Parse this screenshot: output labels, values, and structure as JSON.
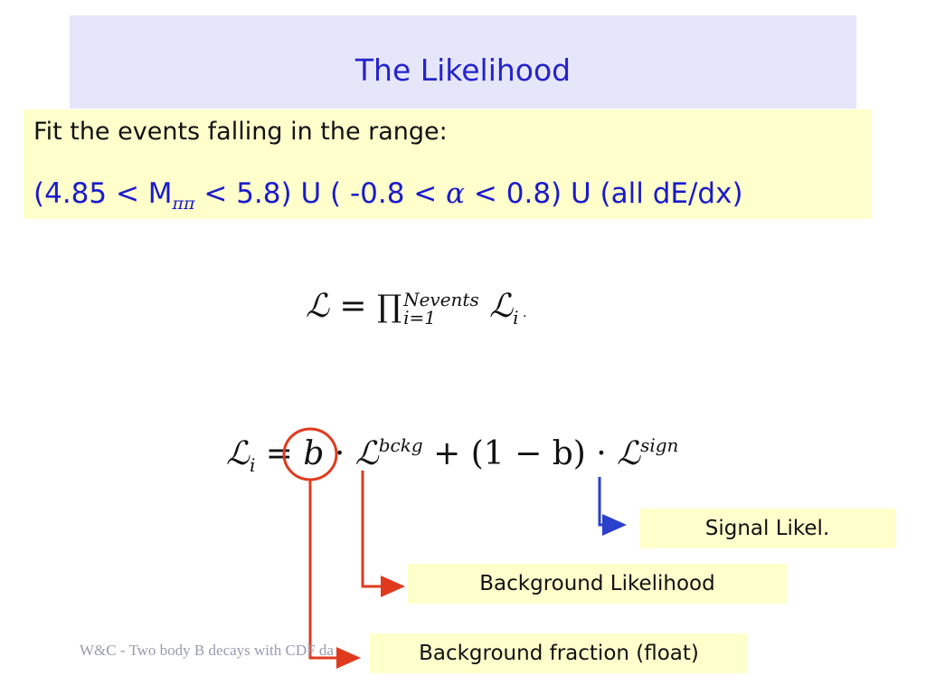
{
  "slide": {
    "title": "The  Likelihood",
    "range_intro": "Fit the events falling in the range:",
    "range": {
      "open": "(4.85 < M",
      "sub": "ππ",
      "mid1": " < 5.8) U ( -0.8 < ",
      "alpha": "α",
      "mid2": " < 0.8) U (all dE/dx)"
    },
    "eq1": {
      "lhs": "ℒ",
      "eq": " = ",
      "prod": "∏",
      "sup": "Nevents",
      "sub": "i=1",
      "term": "ℒ",
      "term_sub": "i",
      "tail": " ."
    },
    "eq2": {
      "lhs": "ℒ",
      "lhs_sub": "i",
      "eq": " = ",
      "b": "b",
      "dot1": " · ",
      "L1": "ℒ",
      "L1_sup": "bckg",
      "middle": " + (1 − b) · ",
      "L2": "ℒ",
      "L2_sup": "sign"
    },
    "labels": {
      "signal": "Signal Likel.",
      "background": "Background Likelihood",
      "fraction": "Background fraction (float)"
    },
    "footer": "W&C - Two body B decays with CDF da",
    "colors": {
      "title": "#2323cc",
      "title_bg": "#e6e6fa",
      "box_bg": "#ffffcc",
      "red_arrow": "#e03a1e",
      "blue_arrow": "#2a3fcc"
    }
  }
}
